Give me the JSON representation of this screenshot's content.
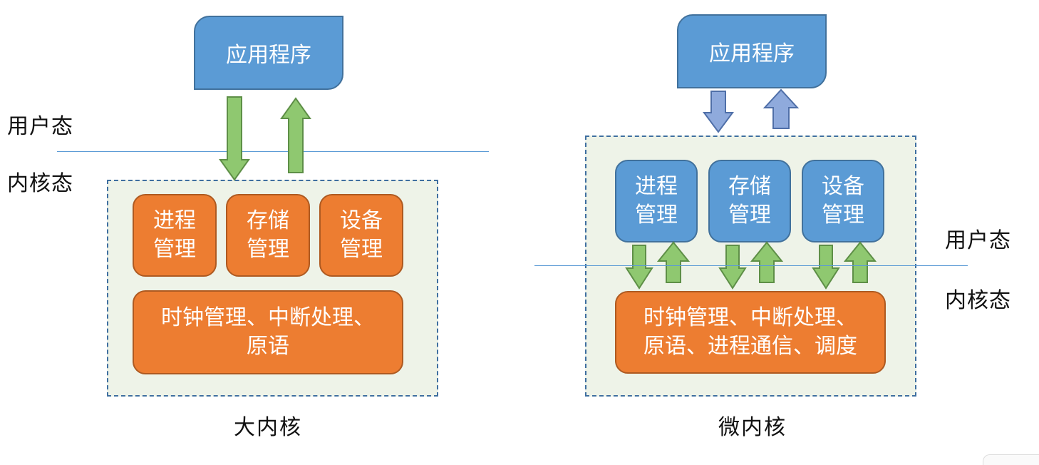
{
  "left": {
    "app_label": "应用程序",
    "user_mode_label": "用户态",
    "kernel_mode_label": "内核态",
    "modules": [
      "进程\n管理",
      "存储\n管理",
      "设备\n管理"
    ],
    "core_label": "时钟管理、中断处理、\n原语",
    "caption": "大内核"
  },
  "right": {
    "app_label": "应用程序",
    "user_mode_label": "用户态",
    "kernel_mode_label": "内核态",
    "modules": [
      "进程\n管理",
      "存储\n管理",
      "设备\n管理"
    ],
    "core_label": "时钟管理、中断处理、\n原语、进程通信、调度",
    "caption": "微内核"
  },
  "colors": {
    "app_blue": "#5b9bd5",
    "module_orange": "#ed7d31",
    "arrow_green": "#8fc870",
    "arrow_blue": "#8faadc",
    "kernel_fill": "#eef3e8"
  }
}
